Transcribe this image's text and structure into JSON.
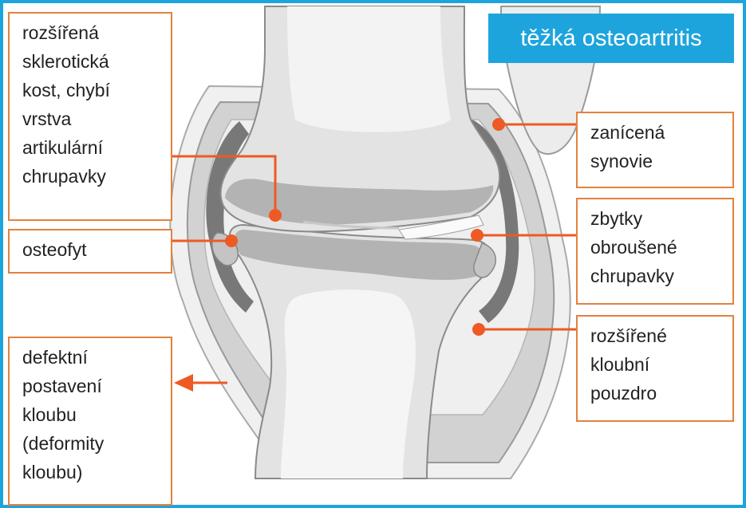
{
  "title": "těžká osteoartritis",
  "labels": {
    "sclerotic": [
      "rozšířená",
      "sklerotická",
      "kost, chybí",
      "vrstva",
      "artikulární",
      "chrupavky"
    ],
    "osteophyte": [
      "osteofyt"
    ],
    "deformity": [
      "defektní",
      "postavení",
      "kloubu",
      "(deformity",
      "kloubu)"
    ],
    "synovium": [
      "zanícená",
      "synovie"
    ],
    "cartilage": [
      "zbytky",
      "obroušené",
      "chrupavky"
    ],
    "capsule": [
      "rozšířené",
      "kloubní",
      "pouzdro"
    ]
  },
  "colors": {
    "frame": "#1ea4dc",
    "leader": "#ee5a23",
    "box_border": "#e4813e",
    "bone": "#e5e5e5",
    "sclerotic_bone": "#aeaeae",
    "synovium": "#777777",
    "capsule": "#d2d2d2"
  }
}
